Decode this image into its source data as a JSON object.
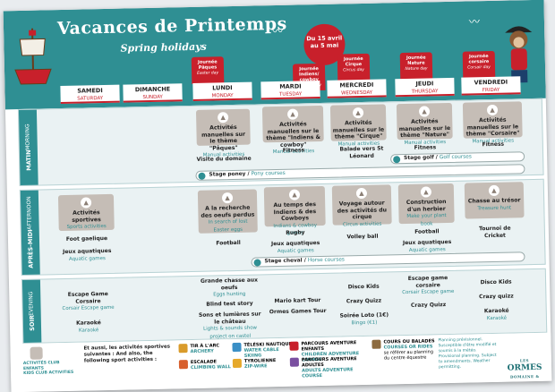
{
  "header": {
    "title": "Vacances de Printemps",
    "subtitle": "Spring holidays",
    "date_badge": "Du 15 avril au 5 mai"
  },
  "days": [
    {
      "fr": "SAMEDI",
      "en": "SATURDAY"
    },
    {
      "fr": "DIMANCHE",
      "en": "SUNDAY"
    },
    {
      "fr": "LUNDI",
      "en": "MONDAY"
    },
    {
      "fr": "MARDI",
      "en": "TUESDAY"
    },
    {
      "fr": "MERCREDI",
      "en": "WEDNESDAY"
    },
    {
      "fr": "JEUDI",
      "en": "THURSDAY"
    },
    {
      "fr": "VENDREDI",
      "en": "FRIDAY"
    }
  ],
  "theme_badges": [
    {
      "fr": "Journée Pâques",
      "en": "Easter day"
    },
    {
      "fr": "Journée Indiens/ cowboy",
      "en": "Cowboy day"
    },
    {
      "fr": "Journée Cirque",
      "en": "Circus day"
    },
    {
      "fr": "Journée Nature",
      "en": "Nature day"
    },
    {
      "fr": "Journée corsaire",
      "en": "Corsair day"
    }
  ],
  "sections": {
    "morning": {
      "fr": "MATIN",
      "en": "MORNING"
    },
    "afternoon": {
      "fr": "APRÈS-MIDI",
      "en": "AFTERNOON"
    },
    "evening": {
      "fr": "SOIR",
      "en": "EVENING"
    }
  },
  "morning": {
    "cards": [
      {
        "fr": "Activités manuelles sur le thème \"Pâques\"",
        "en": "Manual activities"
      },
      {
        "fr": "Activités manuelles sur le thème \"Indiens & cowboy\"",
        "en": "Manual activities"
      },
      {
        "fr": "Activités manuelles sur le thème \"Cirque\"",
        "en": "Manual activities"
      },
      {
        "fr": "Activités manuelles sur le thème \"Nature\"",
        "en": "Manual activities"
      },
      {
        "fr": "Activités manuelles sur le thème \"Corsaire\"",
        "en": "Manual activities"
      }
    ],
    "texts": [
      "Visite du domaine",
      "Fitness",
      "Balade vers St Léonard",
      "Fitness",
      "Fitness"
    ],
    "bar_poney": {
      "fr": "Stage poney",
      "en": "Pony courses"
    },
    "bar_golf": {
      "fr": "Stage golf",
      "en": "Golf courses"
    }
  },
  "afternoon": {
    "cards": [
      {
        "fr": "Activités sportives",
        "en": "Sports activities"
      },
      {
        "fr": "A la recherche des oeufs perdus",
        "en": "In search of lost Easter eggs"
      },
      {
        "fr": "Au temps des Indiens & des Cowboys",
        "en": "Indians & cowboy games"
      },
      {
        "fr": "Voyage autour des activités du cirque",
        "en": "Circus activities"
      },
      {
        "fr": "Construction d'un herbier",
        "en": "Make your plant book"
      },
      {
        "fr": "Chasse au trésor",
        "en": "Treasure hunt"
      }
    ],
    "sat_a": "Foot gaelique",
    "sat_b": {
      "fr": "Jeux aquatiques",
      "en": "Aquatic games"
    },
    "mon": "Football",
    "tue_a": "Rugby",
    "tue_b": {
      "fr": "Jeux aquatiques",
      "en": "Aquatic games"
    },
    "wed": "Volley ball",
    "thu_a": "Football",
    "thu_b": {
      "fr": "Jeux aquatiques",
      "en": "Aquatic games"
    },
    "fri": "Tournoi de Cricket",
    "bar_cheval": {
      "fr": "Stage cheval",
      "en": "Horse courses"
    }
  },
  "evening": {
    "sat_a": {
      "fr": "Escape Game Corsaire",
      "en": "Corsair Escape game"
    },
    "sat_b": {
      "fr": "Karaoké",
      "en": "Karaoké"
    },
    "mon_a": {
      "fr": "Grande chasse aux oeufs",
      "en": "Eggs hunting"
    },
    "mon_b": "Blind test story",
    "mon_c": {
      "fr": "Sons et lumières sur le château",
      "en": "Lights & sounds show project on castel"
    },
    "tue_a": "Mario kart Tour",
    "tue_b": "Ormes Games Tour",
    "wed_a": "Disco Kids",
    "wed_b": "Crazy Quizz",
    "wed_c": {
      "fr": "Soirée Loto (1€)",
      "en": "Bingo (€1)"
    },
    "thu_a": {
      "fr": "Escape game corsaire",
      "en": "Corsair Escape game"
    },
    "thu_b": "Crazy Quizz",
    "fri_a": "Disco Kids",
    "fri_b": "Crazy quizz",
    "fri_c": {
      "fr": "Karaoké",
      "en": "Karaoké"
    }
  },
  "footer": {
    "club_label": "ACTIVITÉS CLUB ENFANTS",
    "club_label_en": "KIDS CLUB ACTIVITIES",
    "intro": "Et aussi, les activités sportives suivantes : And also, the following sport activities :",
    "legend": [
      {
        "fr": "TIR À L'ARC",
        "en": "ARCHERY",
        "color": "#d99b2b"
      },
      {
        "fr": "ESCALADE",
        "en": "CLIMBING WALL",
        "color": "#d8602e"
      },
      {
        "fr": "TÉLÉSKI NAUTIQUE",
        "en": "WATER CABLE SKIING",
        "color": "#3a8fc6"
      },
      {
        "fr": "TYROLIENNE",
        "en": "ZIP-WIRE",
        "color": "#e6a92b"
      },
      {
        "fr": "PARCOURS AVENTURE ENFANTS",
        "en": "CHILDREN ADVENTURE COURSE",
        "color": "#c8202b"
      },
      {
        "fr": "PARCOURS AVENTURE ADULTES",
        "en": "ADULTS ADVENTURE COURSE",
        "color": "#7a4fa0"
      },
      {
        "fr": "COURS OU BALADES",
        "en": "COURSES OR RIDES",
        "color": "#8d6b3f"
      }
    ],
    "legend_note": "se référer au planning du centre équestre",
    "disclaimer": "Planning prévisionnel. Susceptible d'être modifié et soumis à la météo. Provisional planning. Subject to amendments. Weather permitting.",
    "logo_les": "LES",
    "logo_name": "ORMES",
    "logo_tag": "DOMAINE & RESORT"
  },
  "colors": {
    "teal": "#2f8f93",
    "red": "#c8202b",
    "card": "#c5bdb6"
  },
  "icons": [
    "ship-icon",
    "pirate-monkey-icon",
    "bird-icon",
    "activity-icon"
  ]
}
